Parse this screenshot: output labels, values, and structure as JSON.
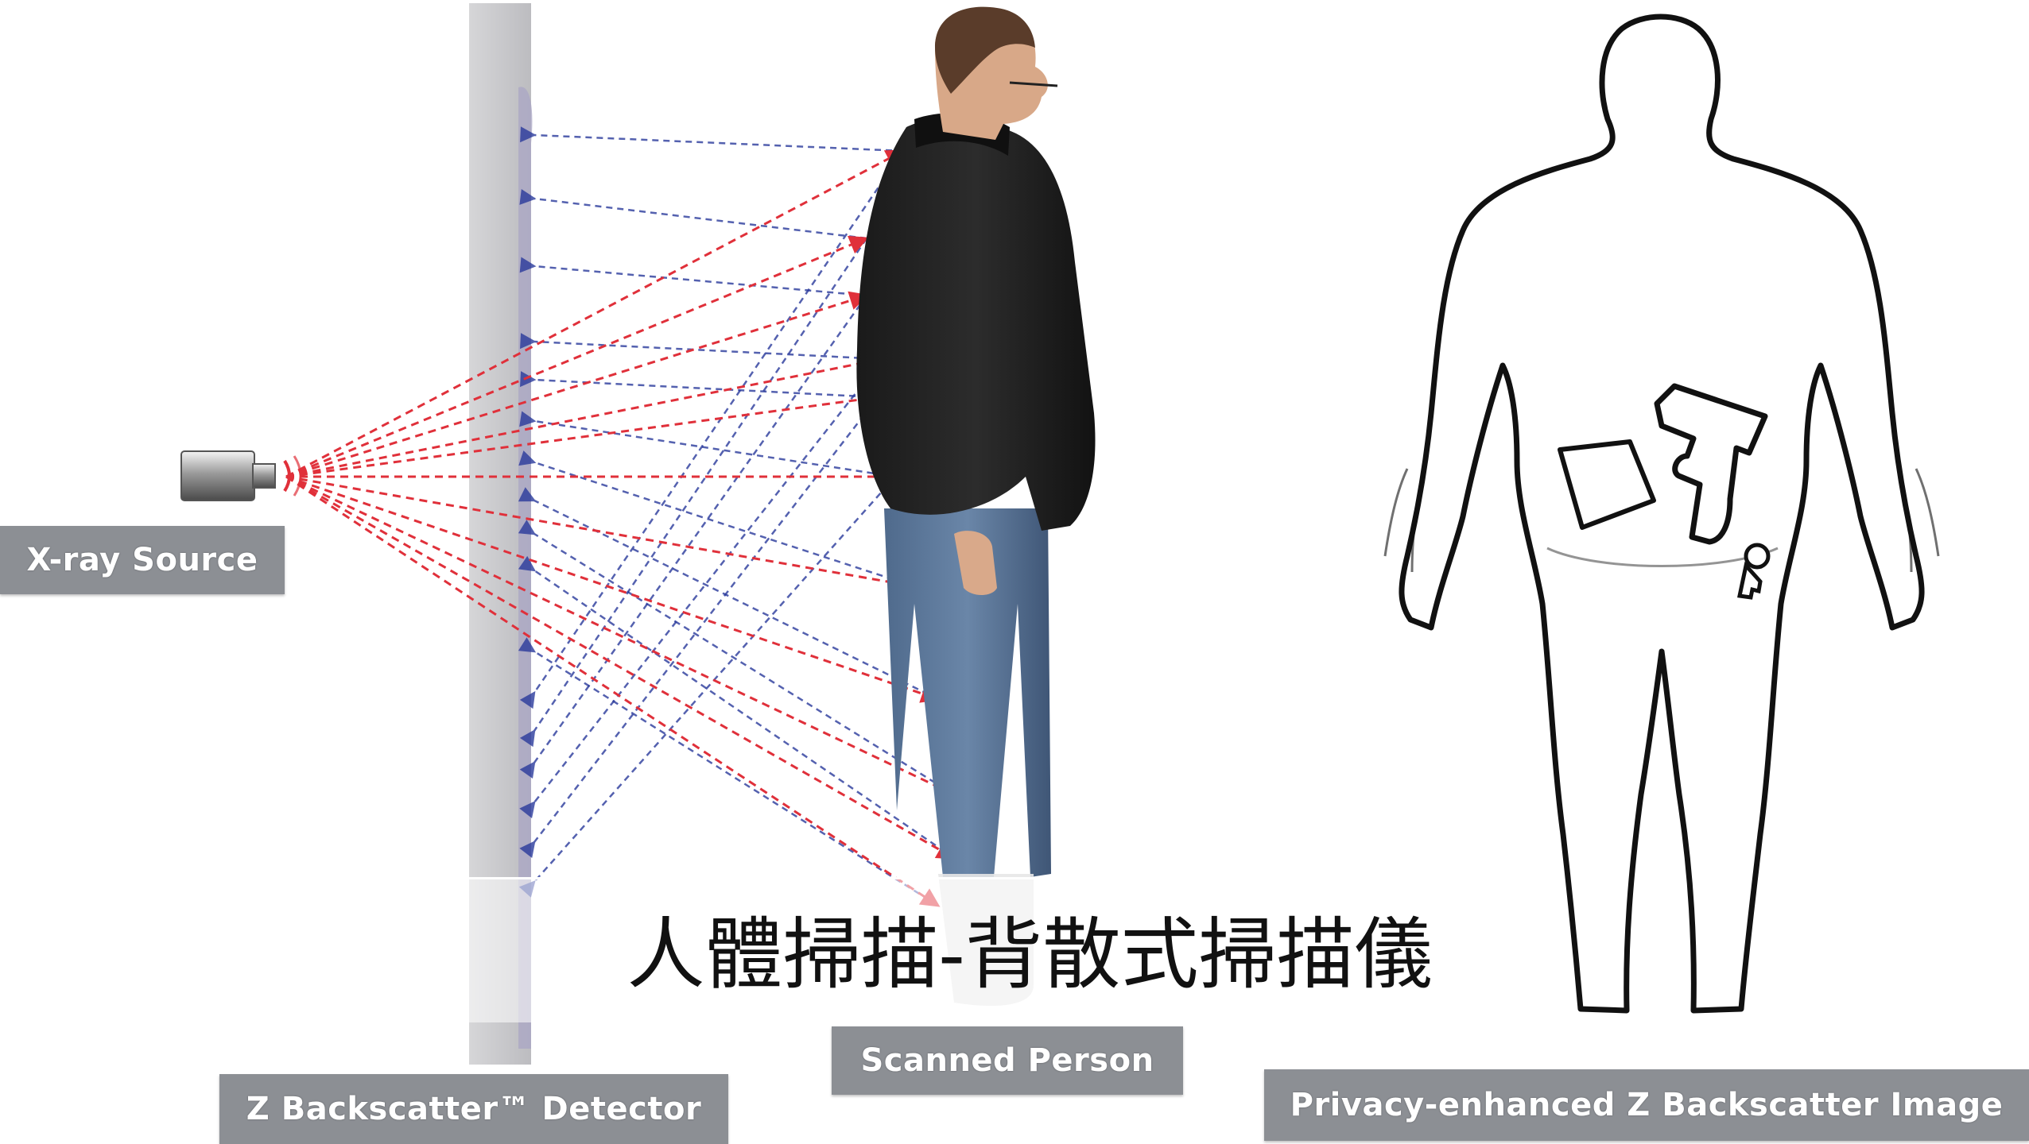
{
  "caption": {
    "title": "人體掃描-背散式掃描儀"
  },
  "labels": {
    "source": "X-ray Source",
    "detector": "Z Backscatter™ Detector",
    "person": "Scanned Person",
    "image": "Privacy-enhanced Z Backscatter Image"
  },
  "colors": {
    "incident_ray": "#e0303a",
    "scatter_ray": "#2a3a9c",
    "label_background": "#8c8f94",
    "label_text": "#ffffff",
    "detector_panel": "#c9c9cc",
    "outline": "#111111"
  },
  "icons": {
    "source": "xray-emitter-icon",
    "person": "standing-person-figure",
    "outline": "body-outline-figure",
    "gun": "handgun-icon",
    "phone": "phone-icon",
    "keys": "keys-icon"
  }
}
